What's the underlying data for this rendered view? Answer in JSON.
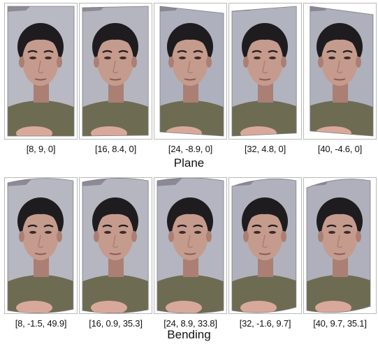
{
  "rows": [
    {
      "title": "Plane",
      "items": [
        {
          "label": "[8, 9, 0]",
          "shape": "plane",
          "tilt": 0,
          "shade": "#b8b9c2"
        },
        {
          "label": "[16, 8.4, 0]",
          "shape": "plane",
          "tilt": 2,
          "shade": "#b5b5bf"
        },
        {
          "label": "[24, -8.9, 0]",
          "shape": "plane",
          "tilt": -10,
          "shade": "#aeb0bd"
        },
        {
          "label": "[32, 4.8, 0]",
          "shape": "plane",
          "tilt": 7,
          "shade": "#b1b3bf"
        },
        {
          "label": "[40, -4.6, 0]",
          "shape": "plane",
          "tilt": -12,
          "shade": "#aeb0bc"
        }
      ]
    },
    {
      "title": "Bending",
      "items": [
        {
          "label": "[8, -1.5, 49.9]",
          "shape": "bend",
          "tilt": 3,
          "shade": "#b7b7c1"
        },
        {
          "label": "[16, 0.9, 35.3]",
          "shape": "bend",
          "tilt": 2,
          "shade": "#b5b6c0"
        },
        {
          "label": "[24, 8.9, 33.8]",
          "shape": "bend",
          "tilt": 0,
          "shade": "#b4b5c0"
        },
        {
          "label": "[32, -1.6, 9.7]",
          "shape": "bend",
          "tilt": 8,
          "shade": "#b0b1bd"
        },
        {
          "label": "[40, 9.7, 35.1]",
          "shape": "bend",
          "tilt": 10,
          "shade": "#afb0bc"
        }
      ]
    }
  ],
  "colors": {
    "hair": "#1f1c1f",
    "skin": "#c59b8d",
    "skin_shadow": "#ab7f73",
    "shirt": "#6d6c52",
    "hand": "#d8a99a"
  }
}
